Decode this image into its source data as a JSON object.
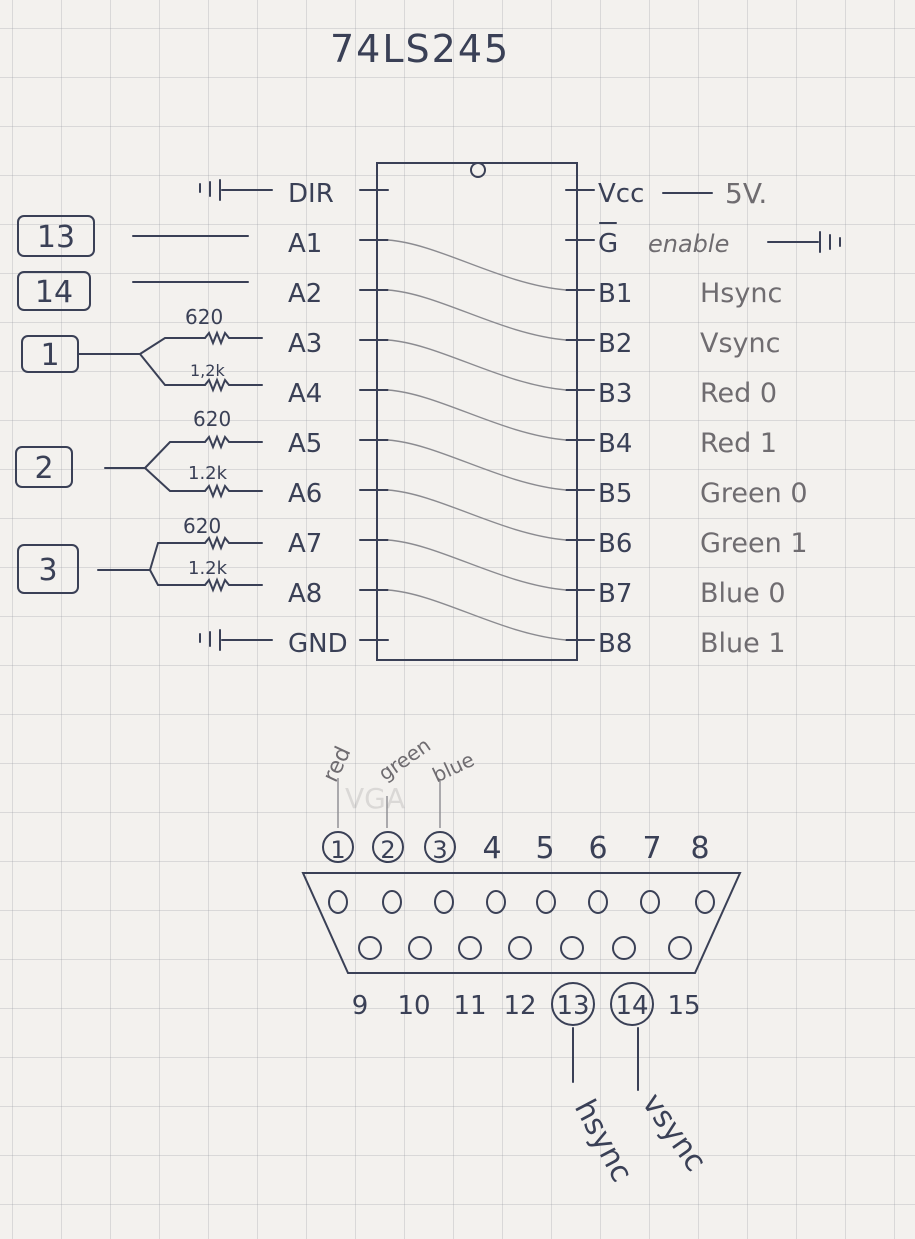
{
  "title": "74LS245",
  "left_pins": [
    "DIR",
    "A1",
    "A2",
    "A3",
    "A4",
    "A5",
    "A6",
    "A7",
    "A8",
    "GND"
  ],
  "right_pins": [
    "Vcc",
    "G",
    "B1",
    "B2",
    "B3",
    "B4",
    "B5",
    "B6",
    "B7",
    "B8"
  ],
  "vcc_value": "5V.",
  "enable_label": "enable",
  "signal_labels": [
    "Hsync",
    "Vsync",
    "Red 0",
    "Red 1",
    "Green 0",
    "Green 1",
    "Blue 0",
    "Blue 1"
  ],
  "input_boxes": [
    "13",
    "14",
    "1",
    "2",
    "3"
  ],
  "resistors": [
    "620",
    "1,2k",
    "620",
    "1.2k",
    "620",
    "1.2k"
  ],
  "vga_top_pins": [
    "1",
    "2",
    "3",
    "4",
    "5",
    "6",
    "7",
    "8"
  ],
  "vga_bottom_pins": [
    "9",
    "10",
    "11",
    "12",
    "13",
    "14",
    "15"
  ],
  "vga_wire_labels": [
    "red",
    "green",
    "blue"
  ],
  "sync_labels": [
    "hsync",
    "vsync"
  ],
  "faint_label": "VGA"
}
